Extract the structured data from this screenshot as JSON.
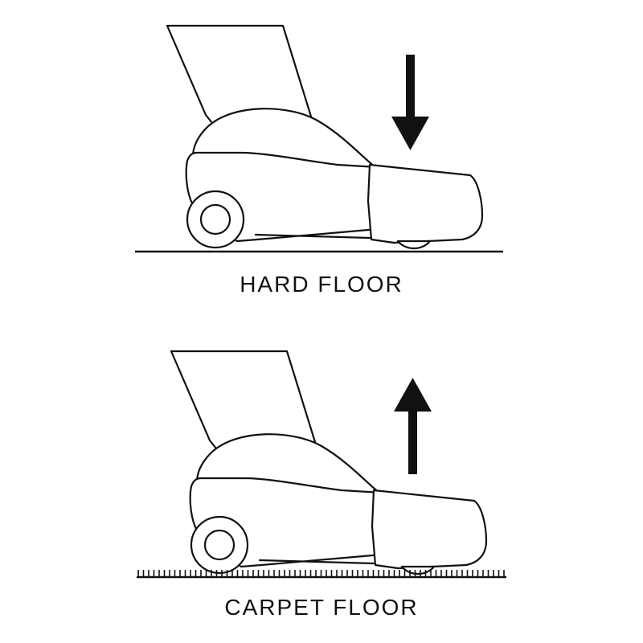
{
  "panels": [
    {
      "id": "hard",
      "caption": "HARD FLOOR",
      "arrow_direction": "down",
      "floor_surface": "flat"
    },
    {
      "id": "carpet",
      "caption": "CARPET FLOOR",
      "arrow_direction": "up",
      "floor_surface": "carpet"
    }
  ],
  "colors": {
    "line": "#111111",
    "background": "#ffffff"
  }
}
